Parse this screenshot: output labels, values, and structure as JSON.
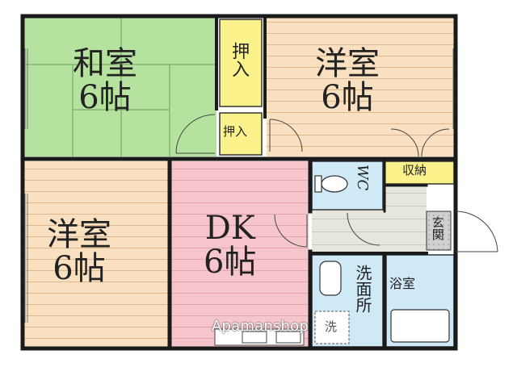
{
  "rooms": {
    "washitsu": {
      "name": "和室",
      "size": "6帖"
    },
    "youshitsu_top": {
      "name": "洋室",
      "size": "6帖"
    },
    "youshitsu_left": {
      "name": "洋室",
      "size": "6帖"
    },
    "dk": {
      "name": "DK",
      "size": "6帖"
    },
    "oshiire_top": "押入",
    "oshiire_small": "押入",
    "wc": "WC",
    "shuno": "収納",
    "genkan": "玄関",
    "senmenjo": "洗面所",
    "yokushitsu": "浴室",
    "sentaku": "洗"
  },
  "colors": {
    "washitsu": "#b6e2a0",
    "youshitsu": "#f8e0c0",
    "dk": "#f6c6cc",
    "oshiire": "#fbf28c",
    "wet": "#cfe9f6",
    "genkan": "#d8d8d8",
    "hall": "#e6e6dc"
  },
  "watermark": "Apamanshop"
}
